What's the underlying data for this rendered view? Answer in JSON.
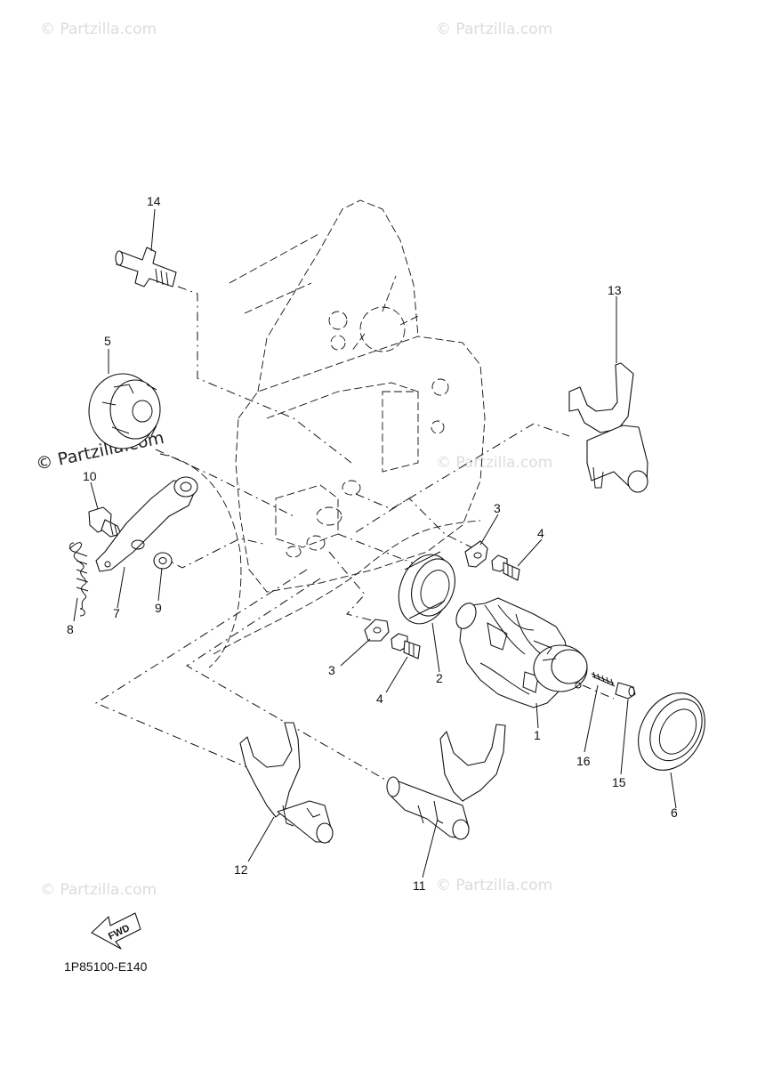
{
  "watermarks": {
    "small": "© Partzilla.com",
    "large": "© Partzilla.com"
  },
  "diagram_code": "1P85100-E140",
  "fwd_label": "FWD",
  "callouts": {
    "c1": "1",
    "c2": "2",
    "c3a": "3",
    "c3b": "3",
    "c4a": "4",
    "c4b": "4",
    "c5": "5",
    "c6": "6",
    "c7": "7",
    "c8": "8",
    "c9": "9",
    "c10": "10",
    "c11": "11",
    "c12": "12",
    "c13": "13",
    "c14": "14",
    "c15": "15",
    "c16": "16"
  }
}
